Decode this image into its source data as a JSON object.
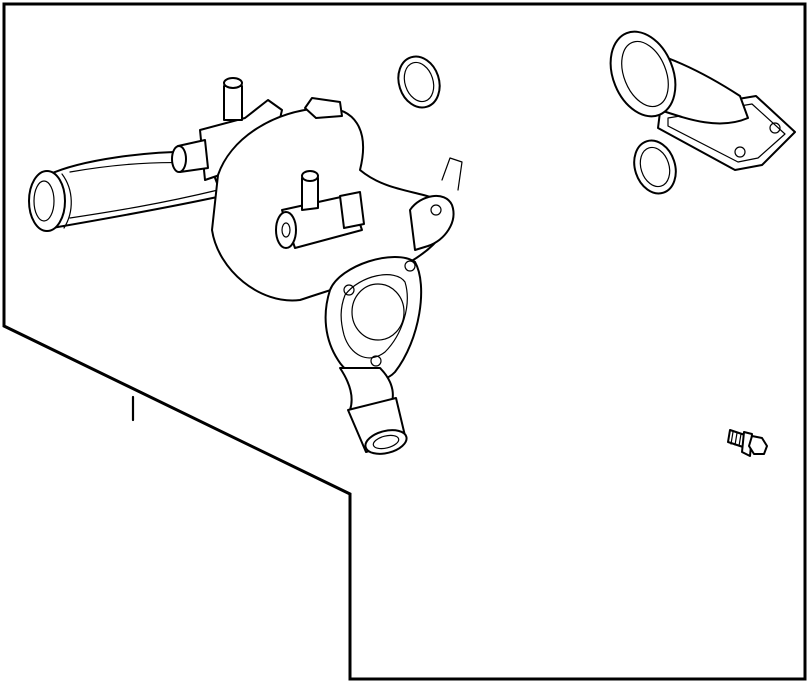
{
  "diagram": {
    "labels": [],
    "parts": [
      "water-outlet-assembly",
      "outlet-o-ring",
      "thermostat-housing",
      "housing-o-ring",
      "mounting-bolt"
    ],
    "colors": {
      "line": "#000000",
      "background": "#ffffff"
    }
  }
}
